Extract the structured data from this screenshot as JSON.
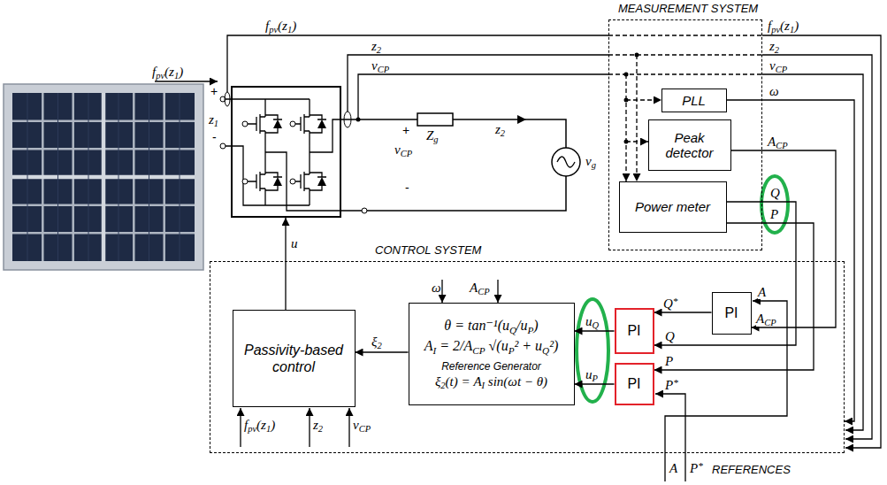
{
  "diagram": {
    "nodes": [
      {
        "text": [
          "MEASUREMENT SYSTEM"
        ]
      },
      {
        "text": [
          "PLL"
        ],
        "in": 0
      },
      {
        "text": [
          "Peak detector"
        ],
        "in": 0
      },
      {
        "text": [
          "Power meter"
        ],
        "in": 0
      },
      {
        "text": [
          "CONTROL SYSTEM"
        ]
      },
      {
        "text": [
          "Passivity-based control"
        ],
        "in": 4
      },
      {
        "text": [
          "θ = tan⁻¹(uQ/uP)",
          "AI = 2/ACP √(uP² + uQ²)",
          "Reference Generator",
          "ξ2(t) = AI sin(ωt − θ)"
        ],
        "in": 4
      },
      {
        "text": [
          "PI"
        ],
        "in": 4
      },
      {
        "text": [
          "PI"
        ],
        "in": 4
      },
      {
        "text": [
          "PI"
        ],
        "in": 4
      }
    ],
    "edges": [
      {
        "from": 9,
        "to": 7,
        "arrow": "to"
      },
      {
        "from": 7,
        "to": 6,
        "arrow": "to"
      },
      {
        "from": 8,
        "to": 6,
        "arrow": "to"
      },
      {
        "from": 6,
        "to": 5,
        "arrow": "to"
      },
      {
        "from": 3,
        "to": 7,
        "arrow": "to"
      },
      {
        "from": 3,
        "to": 8,
        "arrow": "to"
      },
      {
        "from": 2,
        "to": 9,
        "arrow": "to"
      },
      {
        "from": 1,
        "to": 4,
        "arrow": "to"
      }
    ],
    "labels": [
      "fpv(z1)",
      "+",
      "z1",
      "-",
      "fpv(z1)",
      "z2",
      "vCP",
      "+",
      "vCP",
      "-",
      "Zg",
      "z2",
      "vg",
      "fpv(z1)",
      "z2",
      "vCP",
      "ω",
      "ACP",
      "Q",
      "P",
      "u",
      "ξ2",
      "ω",
      "ACP",
      "uQ",
      "uP",
      "Q*",
      "Q",
      "P",
      "P*",
      "A",
      "ACP",
      "fpv(z1)",
      "z2",
      "vCP",
      "A",
      "P*",
      "REFERENCES"
    ]
  }
}
